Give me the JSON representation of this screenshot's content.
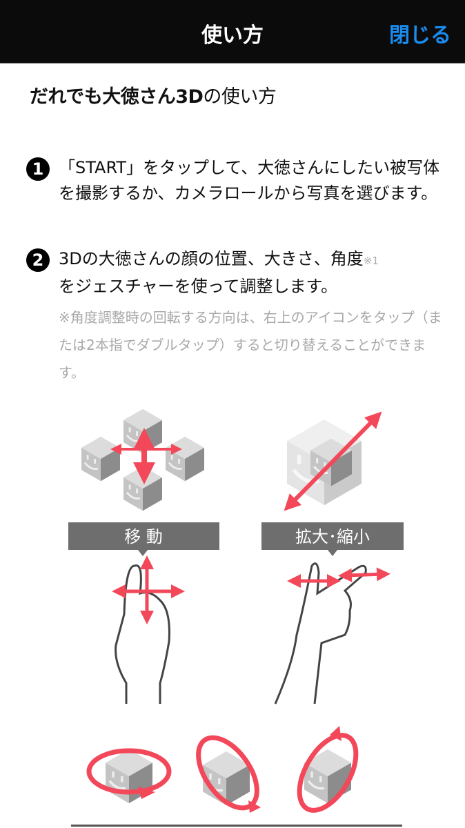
{
  "header": {
    "title": "使い方",
    "close_label": "閉じる"
  },
  "page_title": {
    "bold": "だれでも大徳さん3D",
    "light": "の使い方"
  },
  "steps": [
    {
      "number": "1",
      "text": "「START」をタップして、大徳さんにしたい被写体を撮影するか、カメラロールから写真を選びます。"
    },
    {
      "number": "2",
      "text_before": "3Dの大徳さんの顔の位置、大きさ、角度",
      "sup": "※1",
      "text_after": "をジェスチャーを使って調整します。"
    }
  ],
  "note": "※角度調整時の回転する方向は、右上のアイコンをタップ（または2本指でダブルタップ）すると切り替えることができます。",
  "illustrations": {
    "move_label": "移 動",
    "scale_label": "拡大･縮小"
  },
  "colors": {
    "accent": "#1a8cf0",
    "arrow": "#f2485a",
    "label_bg": "#6e6e6e"
  }
}
